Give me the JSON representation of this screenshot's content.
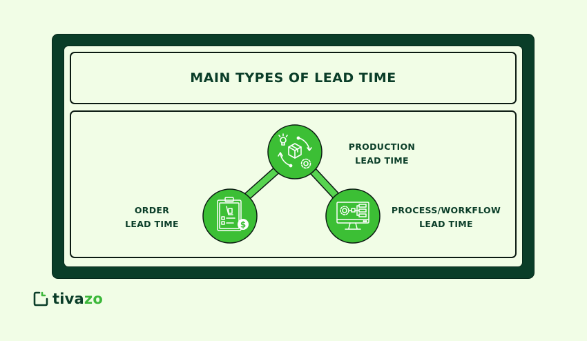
{
  "title": "MAIN TYPES OF LEAD TIME",
  "nodes": [
    {
      "id": "production",
      "line1": "PRODUCTION",
      "line2": "LEAD TIME",
      "icon": "box-cycle-gear-icon"
    },
    {
      "id": "order",
      "line1": "ORDER",
      "line2": "LEAD TIME",
      "icon": "clipboard-dollar-icon"
    },
    {
      "id": "process",
      "line1": "PROCESS/WORKFLOW",
      "line2": "LEAD TIME",
      "icon": "monitor-workflow-icon"
    }
  ],
  "colors": {
    "background": "#f1fde6",
    "frame": "#0a3d28",
    "node_fill": "#3cbf35",
    "connector": "#57d450",
    "text": "#0a3d28"
  },
  "brand": {
    "part1": "tiva",
    "part2": "zo"
  }
}
